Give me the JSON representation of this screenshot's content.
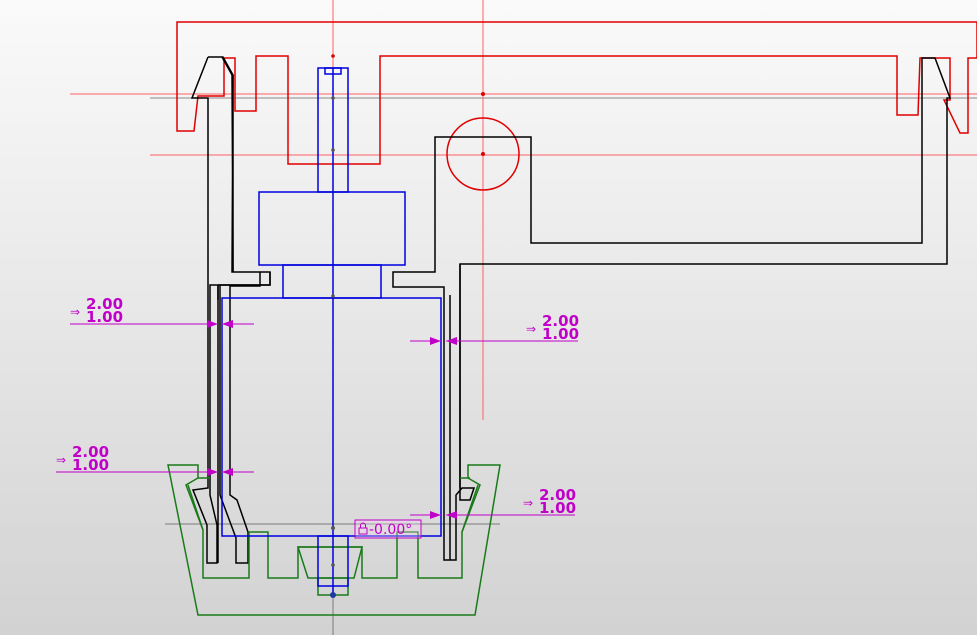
{
  "colors": {
    "background_top": "#fafafa",
    "background_bottom": "#d2d2d2",
    "profile_black": "#000000",
    "part_red": "#e00000",
    "part_blue": "#0000e0",
    "part_green": "#1a7a1a",
    "dimension_magenta": "#c000c8",
    "centerline_red": "#ff5a5a",
    "axis_gray": "#808080"
  },
  "dimensions": [
    {
      "id": "left-top",
      "upper": "2.00",
      "lower": "1.00",
      "arrow": "⇒"
    },
    {
      "id": "right-top",
      "upper": "2.00",
      "lower": "1.00",
      "arrow": "⇒"
    },
    {
      "id": "left-bottom",
      "upper": "2.00",
      "lower": "1.00",
      "arrow": "⇒"
    },
    {
      "id": "right-bottom",
      "upper": "2.00",
      "lower": "1.00",
      "arrow": "⇒"
    }
  ],
  "angle_label": {
    "icon": "angle-lock-icon",
    "text": "-0.00°"
  }
}
